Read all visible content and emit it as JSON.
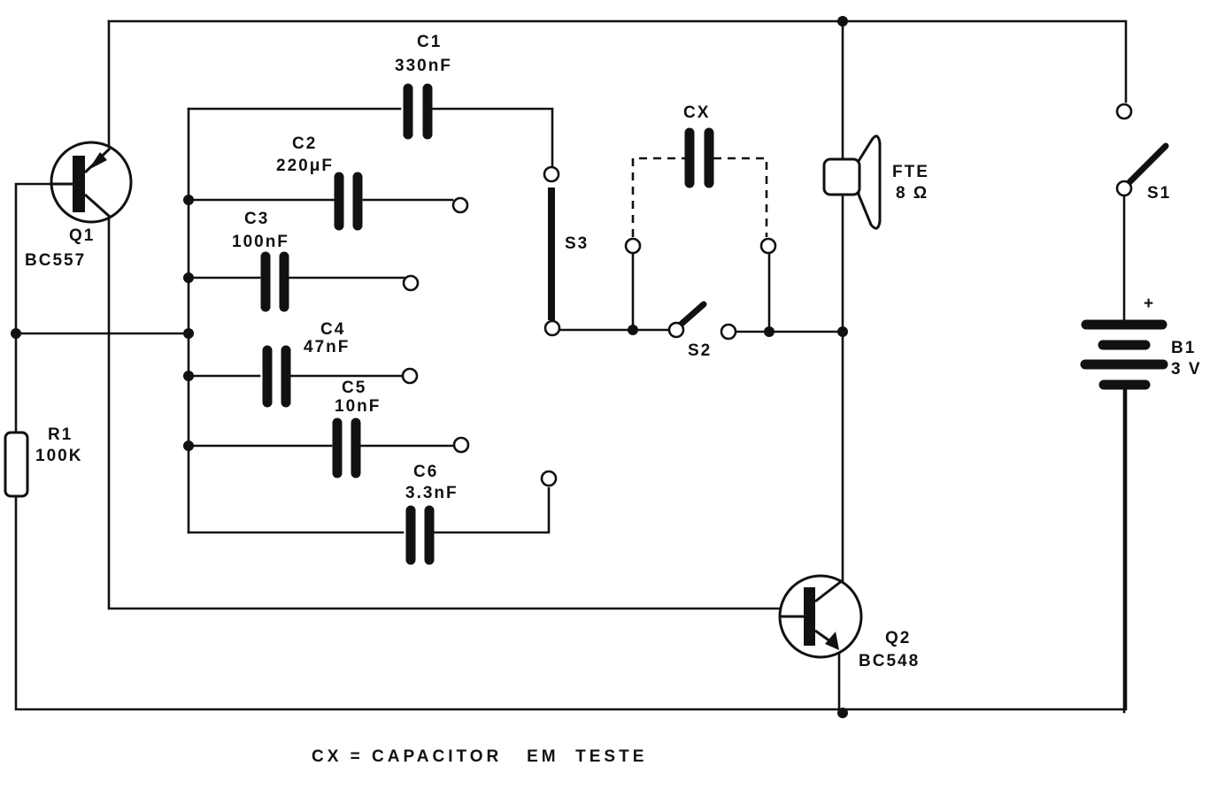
{
  "diagram": {
    "type": "electronic-schematic",
    "caption": "CX = CAPACITOR   EM  TESTE",
    "components": {
      "q1": {
        "ref": "Q1",
        "part": "BC557",
        "kind": "PNP transistor"
      },
      "q2": {
        "ref": "Q2",
        "part": "BC548",
        "kind": "NPN transistor"
      },
      "r1": {
        "ref": "R1",
        "value": "100K"
      },
      "c1": {
        "ref": "C1",
        "value": "330nF"
      },
      "c2": {
        "ref": "C2",
        "value": "220μF"
      },
      "c3": {
        "ref": "C3",
        "value": "100nF"
      },
      "c4": {
        "ref": "C4",
        "value": "47nF"
      },
      "c5": {
        "ref": "C5",
        "value": "10nF"
      },
      "c6": {
        "ref": "C6",
        "value": "3.3nF"
      },
      "cx": {
        "ref": "CX"
      },
      "s1": {
        "ref": "S1"
      },
      "s2": {
        "ref": "S2"
      },
      "s3": {
        "ref": "S3"
      },
      "speaker": {
        "ref": "FTE",
        "value": "8 Ω"
      },
      "battery": {
        "ref": "B1",
        "value": "3 V",
        "polarity": "+"
      }
    }
  }
}
